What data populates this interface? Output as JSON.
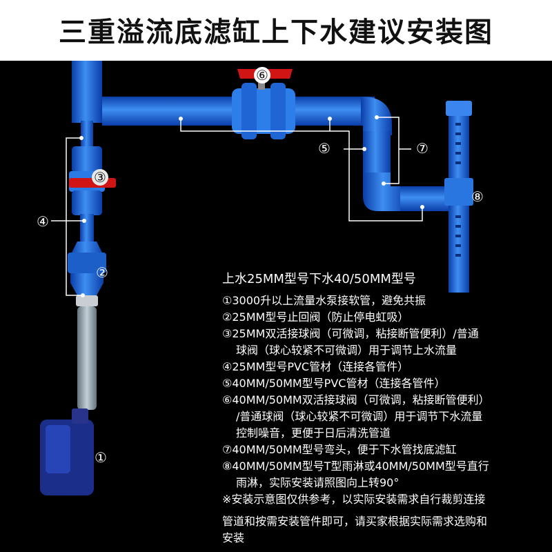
{
  "title": "三重溢流底滤缸上下水建议安装图",
  "markers": {
    "1": "①",
    "2": "②",
    "3": "③",
    "4": "④",
    "5": "⑤",
    "6": "⑥",
    "7": "⑦",
    "8": "⑧"
  },
  "notes": {
    "heading": "上水25MM型号下水40/50MM型号",
    "lines": [
      "①3000升以上流量水泵接软管，避免共振",
      "②25MM型号止回阀（防止停电虹吸）",
      "③25MM双活接球阀（可微调，粘接断管便利）/普通",
      "球阀（球心较紧不可微调）用于调节上水流量",
      "④25MM型号PVC管材（连接各管件）",
      "⑤40MM/50MM型号PVC管材（连接各管件）",
      "⑥40MM/50MM双活接球阀（可微调，粘接断管便利）",
      "/普通球阀（球心较紧不可微调）用于调节下水流量",
      "控制噪音，更便于日后清洗管道",
      "⑦40MM/50MM型号弯头，便于下水管找底滤缸",
      "⑧40MM/50MM型号T型雨淋或40MM/50MM型号直行",
      "雨淋，实际安装请照图向上转90°",
      "※安装示意图仅供参考，以实际安装需求自行裁剪连接",
      "管道和按需安装管件即可，请买家根据实际需求选购和",
      "安装"
    ]
  },
  "colors": {
    "background": "#000000",
    "title_band": "#ffffff",
    "pipe_blue": "#2d7ee8",
    "valve_red": "#d11414",
    "text": "#ffffff"
  }
}
